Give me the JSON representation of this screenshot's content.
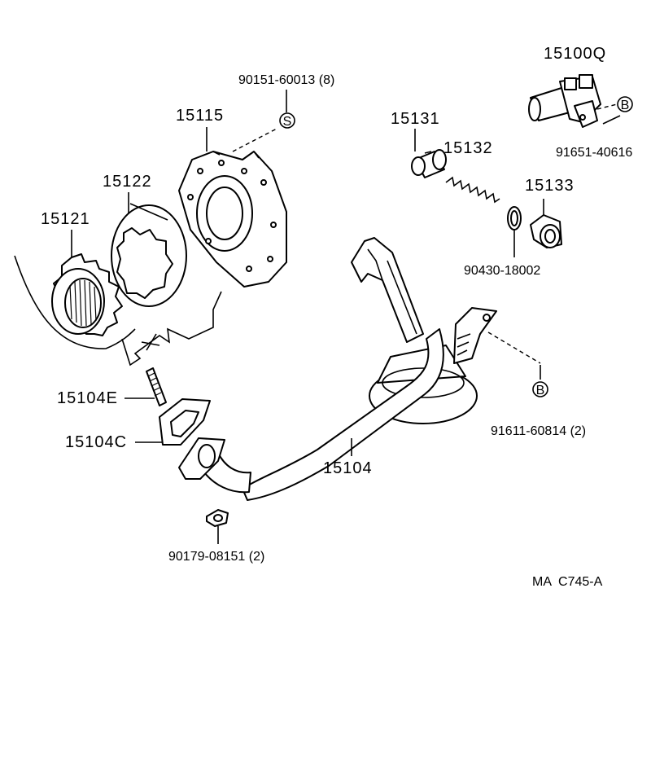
{
  "parts": {
    "p15100Q": "15100Q",
    "p91651": "91651-40616",
    "p90151": "90151-60013 (8)",
    "p15115": "15115",
    "p15131": "15131",
    "p15132": "15132",
    "p15133": "15133",
    "p15122": "15122",
    "p15121": "15121",
    "p90430": "90430-18002",
    "p15104E": "15104E",
    "p15104C": "15104C",
    "p15104": "15104",
    "p91611": "91611-60814 (2)",
    "p90179": "90179-08151 (2)"
  },
  "markers": {
    "s": "S",
    "b": "B"
  },
  "diagram_code": "MA  C745-A"
}
